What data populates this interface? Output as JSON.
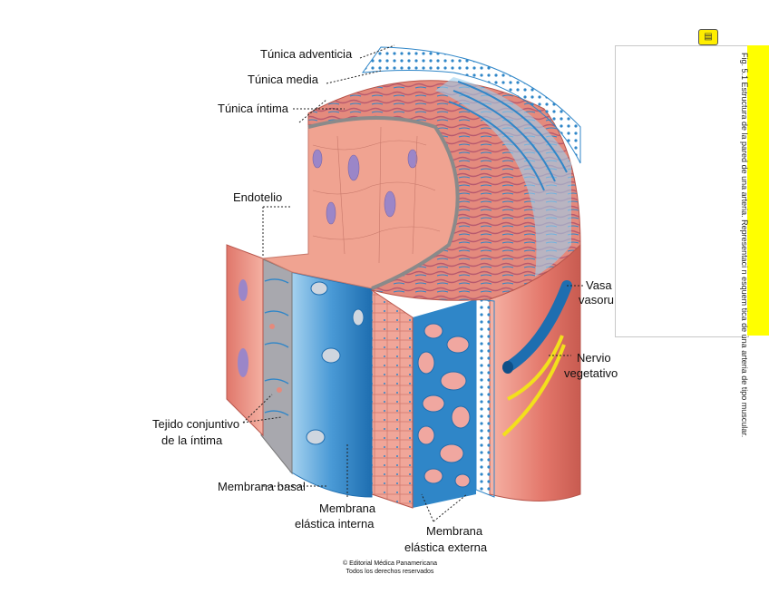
{
  "labels": {
    "tunica_adventicia": "Túnica adventicia",
    "tunica_media": "Túnica media",
    "tunica_intima": "Túnica íntima",
    "endotelio": "Endotelio",
    "tejido_line1": "Tejido conjuntivo",
    "tejido_line2": "de la íntima",
    "membrana_basal": "Membrana basal",
    "membrana_interna_line1": "Membrana",
    "membrana_interna_line2": "elástica interna",
    "membrana_externa_line1": "Membrana",
    "membrana_externa_line2": "elástica externa",
    "vasa_line1": "Vasa",
    "vasa_line2": "vasoru",
    "nervio_line1": "Nervio",
    "nervio_line2": "vegetativo"
  },
  "caption": "Fig. 5.1 Estructura de la pared de una arteria. Representaci n esquem tica de una arteria de tipo muscular.",
  "copyright": {
    "line1": "© Editorial Médica Panamericana",
    "line2": "Todos los derechos reservados"
  },
  "colors": {
    "adventicia": "#2f86c8",
    "media": "#e58a7c",
    "endothelium": "#f3a08d",
    "nucleus": "#9b86c8",
    "elastic": "#3b8fd1",
    "nerve": "#f2e01c",
    "note_bar": "#ffff00"
  }
}
